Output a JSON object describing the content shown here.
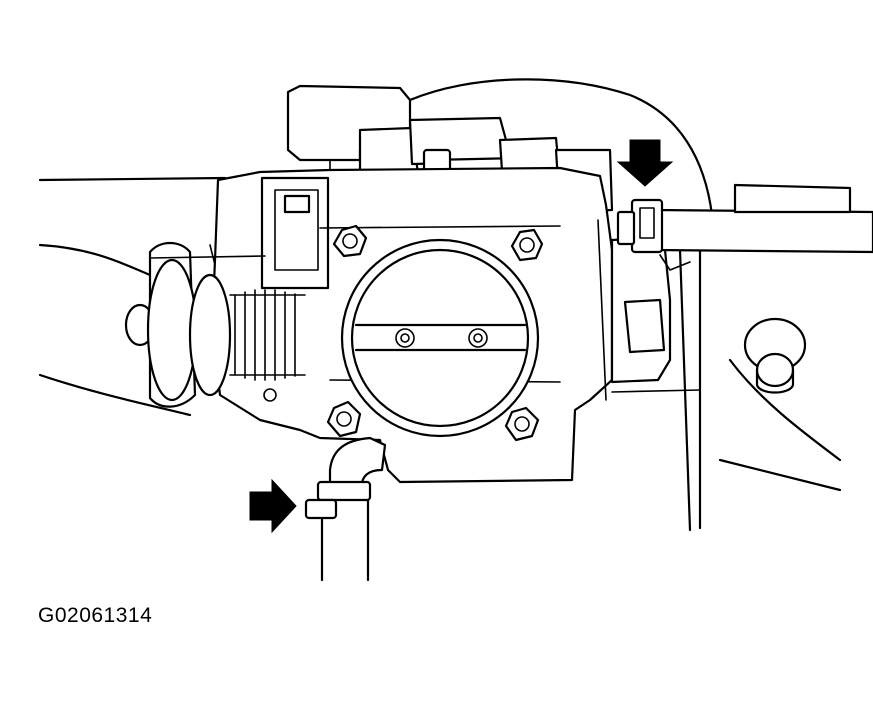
{
  "figure": {
    "id_label": "G02061314",
    "callouts": [
      {
        "name": "hose-clamp-upper-right",
        "pointer": "down-arrow"
      },
      {
        "name": "hose-clamp-lower-left",
        "pointer": "right-arrow"
      }
    ],
    "colors": {
      "ink": "#000000",
      "paper": "#ffffff"
    }
  }
}
